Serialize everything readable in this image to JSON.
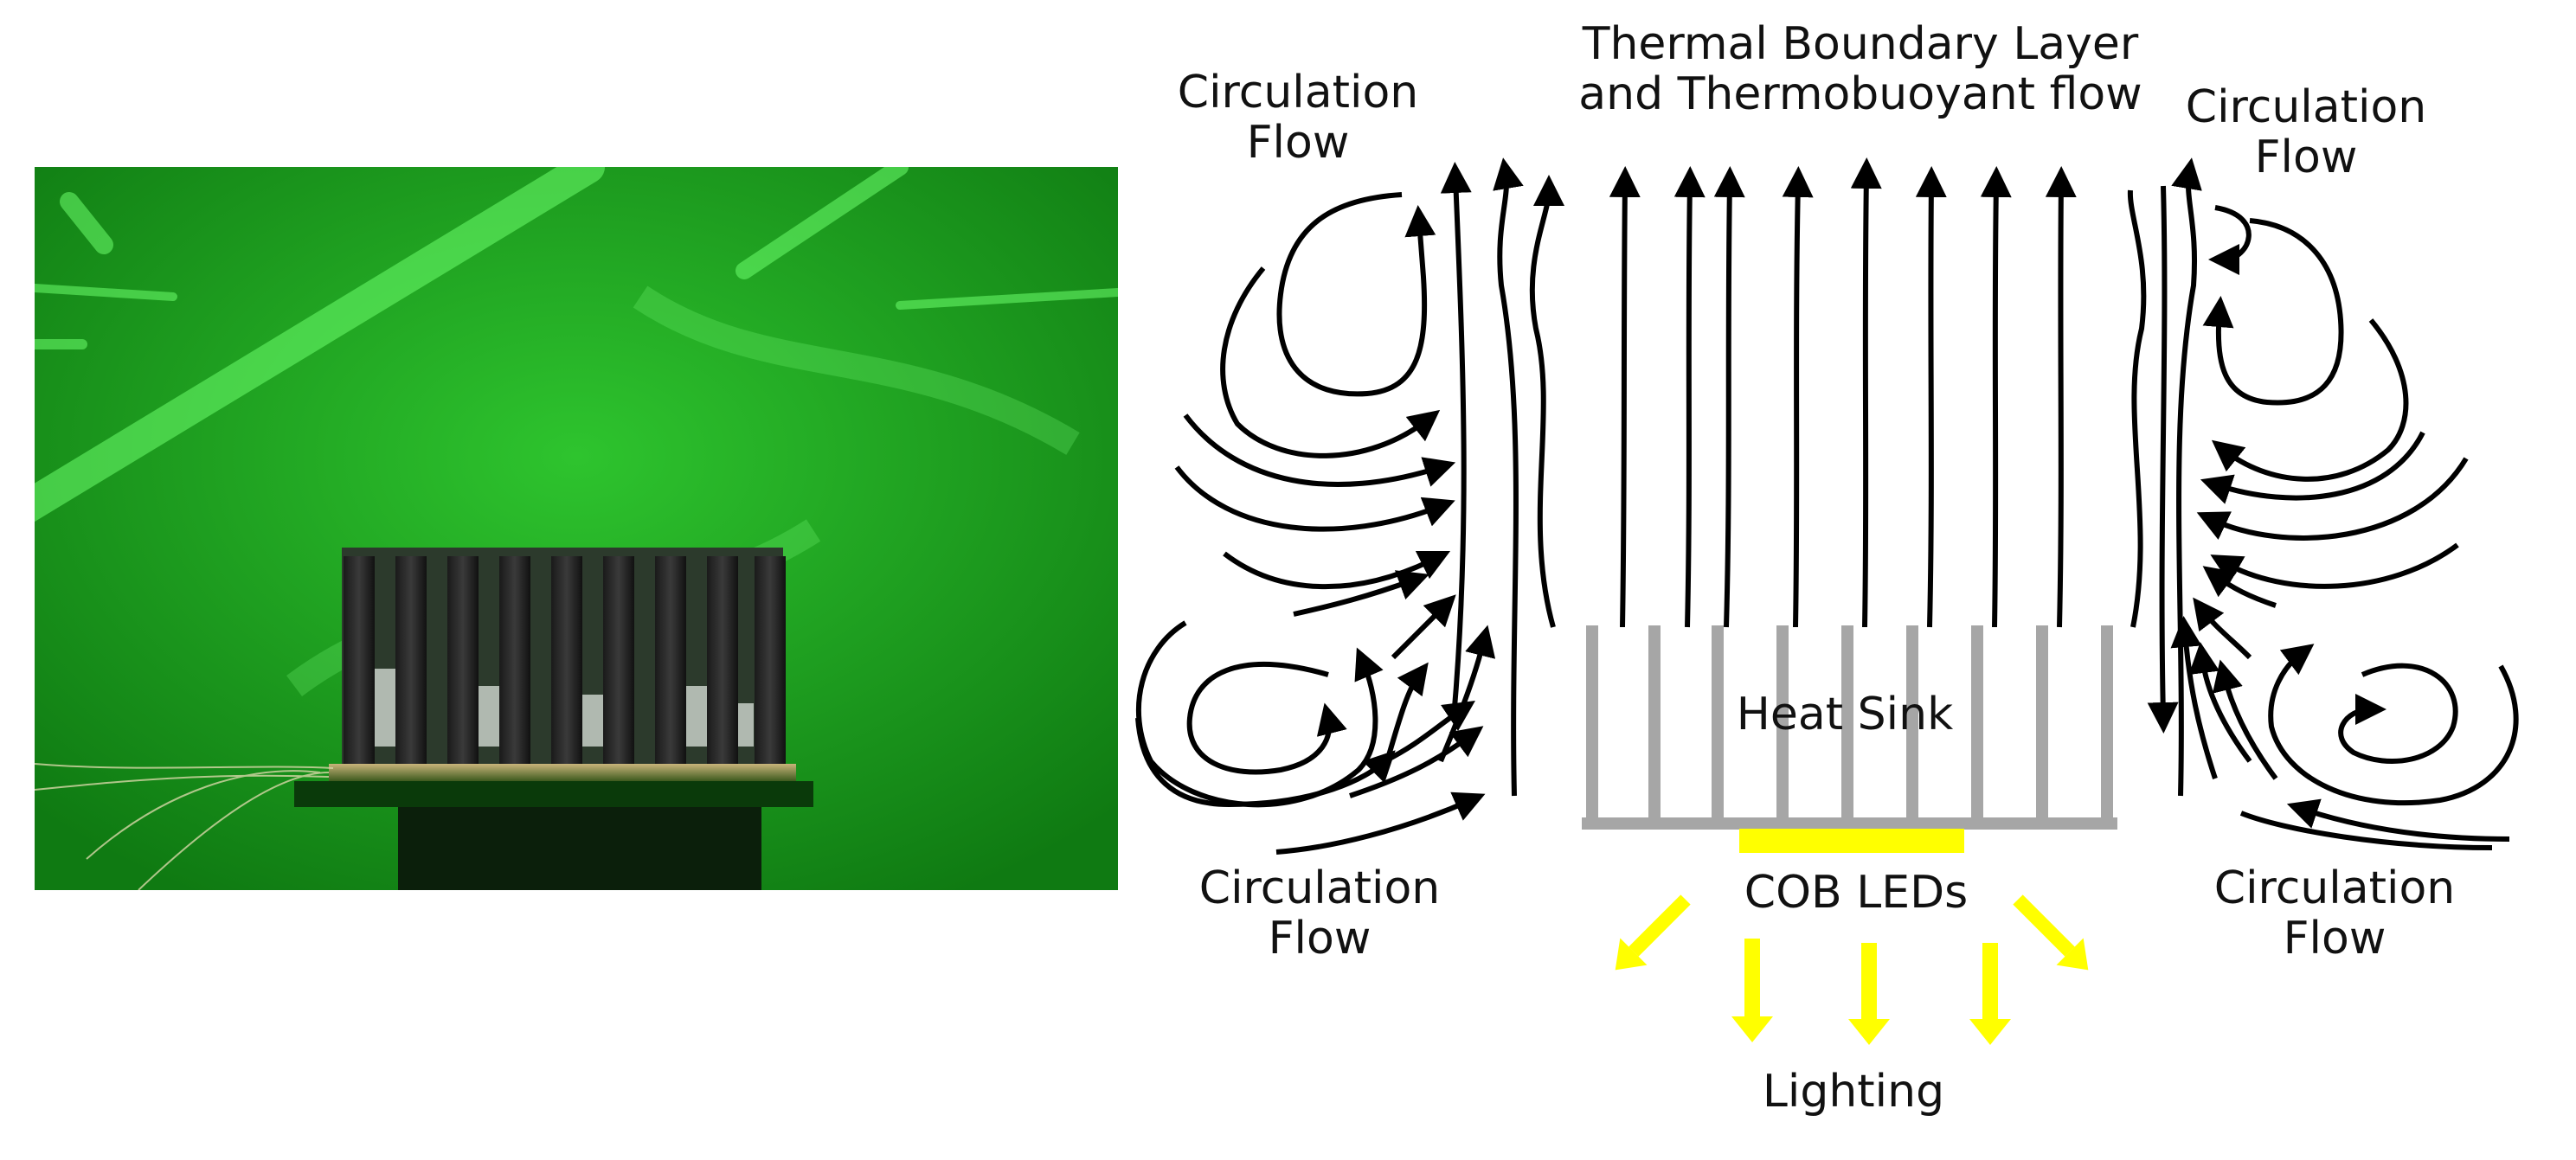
{
  "labels": {
    "thermal_line1": "Thermal Boundary Layer",
    "thermal_line2": "and Thermobuoyant flow",
    "circ_line1": "Circulation",
    "circ_line2": "Flow",
    "heat_sink": "Heat Sink",
    "cob_leds": "COB LEDs",
    "lighting": "Lighting"
  },
  "colors": {
    "photo_background": "#1fa81f",
    "laser_sheet": "#5cff5c",
    "heat_sink": "#a6a6a6",
    "led_strip": "#ffff00",
    "light_arrows": "#ffff00",
    "flow_lines": "#000000"
  }
}
